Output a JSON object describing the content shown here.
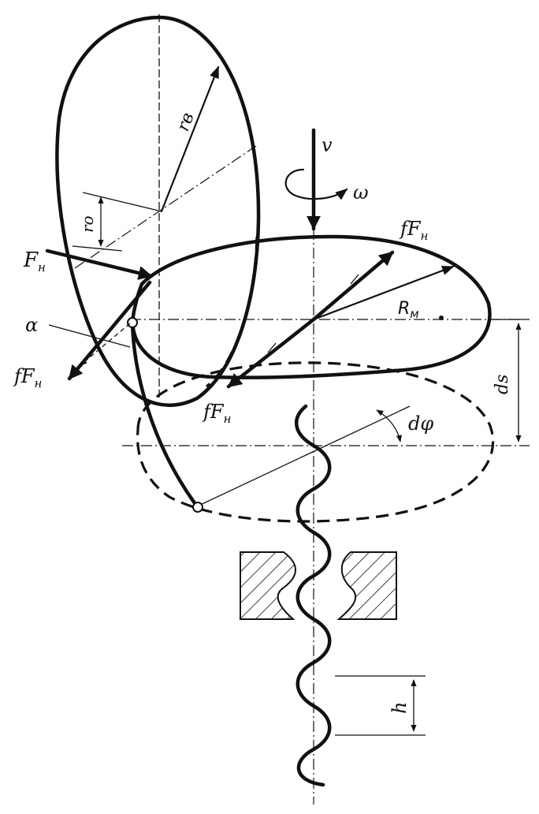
{
  "labels": {
    "v": "v",
    "omega": "ω",
    "F_n": "F",
    "F_n_sub": "н",
    "fF_n_top": "fF",
    "fF_n_top_sub": "н",
    "R_m": "R",
    "R_m_sub": "м",
    "alpha": "α",
    "fF_n_left": "fF",
    "fF_n_left_sub": "н",
    "fF_n_bottom": "fF",
    "fF_n_bottom_sub": "н",
    "ds": "ds",
    "dphi": "dφ",
    "h": "h",
    "r_v": "rв",
    "r_o": "rо"
  }
}
